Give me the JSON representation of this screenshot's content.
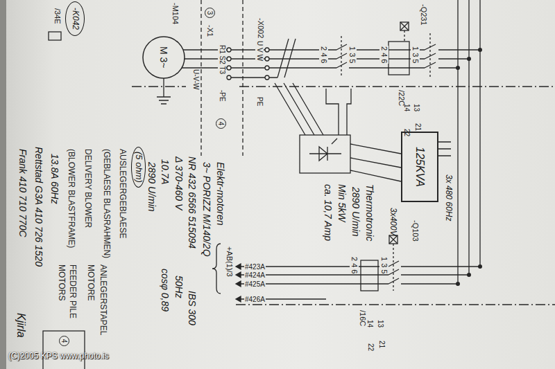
{
  "diagram": {
    "nodes": [
      {
        "text": [
          "-K042"
        ]
      },
      {
        "text": [
          "-M104",
          "M 3~"
        ]
      },
      {
        "text": [
          "125KVA"
        ]
      }
    ],
    "labels": [
      "/34E",
      "-Q231",
      "1 3 5",
      "2 4 6",
      "/22C",
      "13",
      "14",
      "21",
      "22",
      "1 3 5",
      "2 4 6",
      "-X002",
      "U V W",
      "PE",
      "3",
      "-X1",
      "R1 S2 T3",
      "-PE",
      "4",
      "U-V-W",
      "AUSLEGERGEBLAESE",
      "(GEBLAESE BLASRAHMEN)",
      "DELIVERY BLOWER",
      "(BLOWER BLASTFRAME)",
      "13.8A 60Hz",
      "Rettstad G3A 410 726 1520",
      "Frank 410 710 770C",
      "Elektr-motoren",
      "3~ PORIZZ M/140/2Q",
      "NR 432 6566 515094",
      "IBS 300",
      "Δ 370-460 V",
      "50Hz",
      "10.7A",
      "cosφ 0,89",
      "2890 U/min",
      "(5 ohm)",
      "Thermotronic",
      "2890 U/min",
      "Min 5kW",
      "ca. 10,7 Amp",
      "3x 480 60Hz",
      "3x400V",
      "-Q103",
      "1 3 5",
      "2 4 6",
      "/16C",
      "13",
      "14",
      "21",
      "22",
      "#423A",
      "#424A",
      "#425A",
      "#426A",
      "+AB(1)/3",
      "ANLEGERSTAPEL",
      "MOTORE",
      "FEEDER PILE",
      "MOTORS",
      "4",
      "Kjirla",
      "(C)2005 KPS www.photo.is"
    ]
  }
}
